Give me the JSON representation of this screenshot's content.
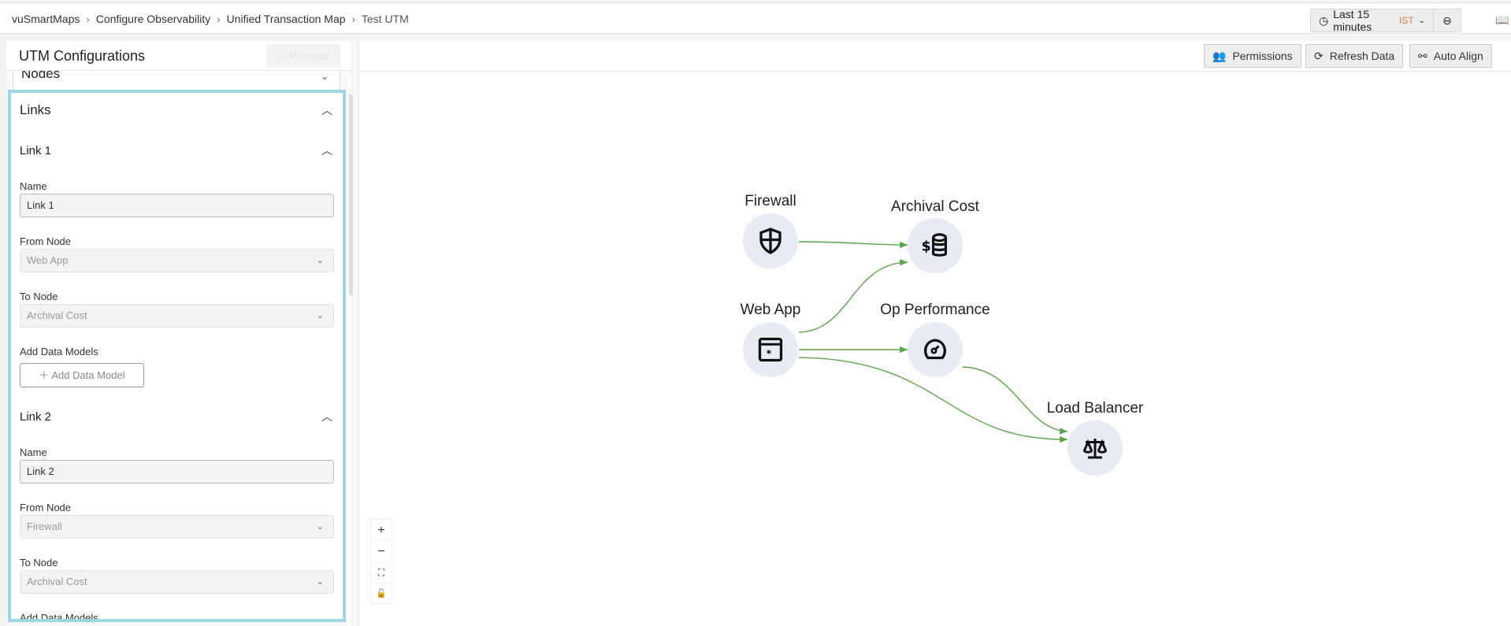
{
  "breadcrumb": [
    "vuSmartMaps",
    "Configure Observability",
    "Unified Transaction Map",
    "Test UTM"
  ],
  "time_picker": {
    "label": "Last 15 minutes",
    "timezone": "IST"
  },
  "panel": {
    "title": "UTM Configurations",
    "preview_label": "Preview",
    "nodes_section": "Nodes",
    "links_section": "Links",
    "links": [
      {
        "title": "Link 1",
        "name_label": "Name",
        "name": "Link 1",
        "from_label": "From Node",
        "from": "Web App",
        "to_label": "To Node",
        "to": "Archival Cost",
        "dm_label": "Add Data Models",
        "dm_button": "Add Data Model"
      },
      {
        "title": "Link 2",
        "name_label": "Name",
        "name": "Link 2",
        "from_label": "From Node",
        "from": "Firewall",
        "to_label": "To Node",
        "to": "Archival Cost",
        "dm_label": "Add Data Models"
      }
    ]
  },
  "toolbar": {
    "permissions": "Permissions",
    "refresh": "Refresh Data",
    "auto_align": "Auto Align"
  },
  "graph": {
    "nodes": {
      "firewall": "Firewall",
      "archival": "Archival Cost",
      "webapp": "Web App",
      "opperf": "Op Performance",
      "lb": "Load Balancer"
    },
    "edge_color": "#5aa54a"
  }
}
